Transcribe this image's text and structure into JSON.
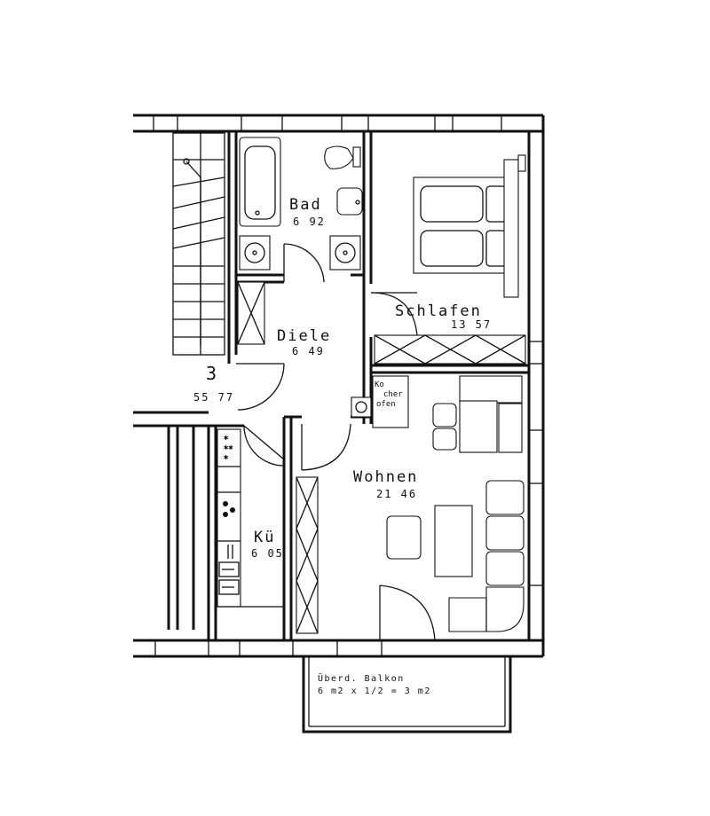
{
  "apartment": {
    "number": "3",
    "total_area": "55 77"
  },
  "rooms": {
    "bad": {
      "name": "Bad",
      "area": "6 92"
    },
    "schlafen": {
      "name": "Schlafen",
      "area": "13 57"
    },
    "diele": {
      "name": "Diele",
      "area": "6 49"
    },
    "wohnen": {
      "name": "Wohnen",
      "area": "21 46"
    },
    "kueche": {
      "name": "Kü",
      "area": "6 05"
    }
  },
  "kochnische": {
    "line1": "Ko",
    "line2": "cher",
    "line3": "ofen"
  },
  "balkon": {
    "label": "Überd. Balkon",
    "calc": "6 m2 x 1/2 = 3 m2"
  },
  "colors": {
    "ink": "#111111",
    "paper": "#ffffff"
  }
}
